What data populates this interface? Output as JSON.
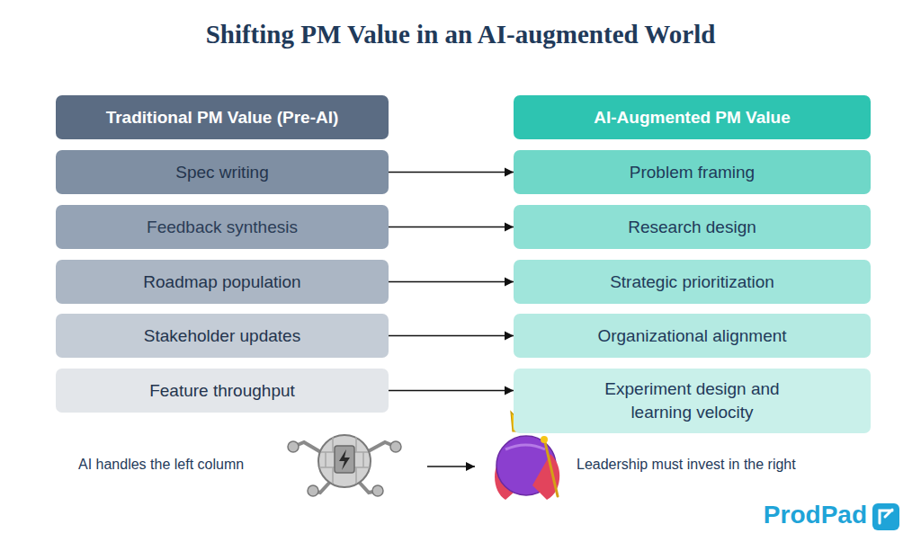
{
  "diagram": {
    "title": "Shifting PM Value in an AI-augmented World",
    "nodes": [
      {
        "text": [
          "Traditional PM Value (Pre-AI)"
        ]
      },
      {
        "text": [
          "AI-Augmented PM Value"
        ]
      },
      {
        "text": [
          "Spec writing"
        ]
      },
      {
        "text": [
          "Problem framing"
        ]
      },
      {
        "text": [
          "Feedback synthesis"
        ]
      },
      {
        "text": [
          "Research design"
        ]
      },
      {
        "text": [
          "Roadmap population"
        ]
      },
      {
        "text": [
          "Strategic prioritization"
        ]
      },
      {
        "text": [
          "Stakeholder updates"
        ]
      },
      {
        "text": [
          "Organizational alignment"
        ]
      },
      {
        "text": [
          "Feature throughput"
        ]
      },
      {
        "text": [
          "Experiment design and learning velocity"
        ]
      }
    ],
    "edges": [
      {
        "from": 2,
        "to": 3,
        "arrow": "to"
      },
      {
        "from": 4,
        "to": 5,
        "arrow": "to"
      },
      {
        "from": 6,
        "to": 7,
        "arrow": "to"
      },
      {
        "from": 8,
        "to": 9,
        "arrow": "to"
      },
      {
        "from": 10,
        "to": 11,
        "arrow": "to"
      }
    ],
    "labels": [
      "AI handles the left column",
      "Leadership must invest in the right",
      "ProdPad"
    ]
  }
}
